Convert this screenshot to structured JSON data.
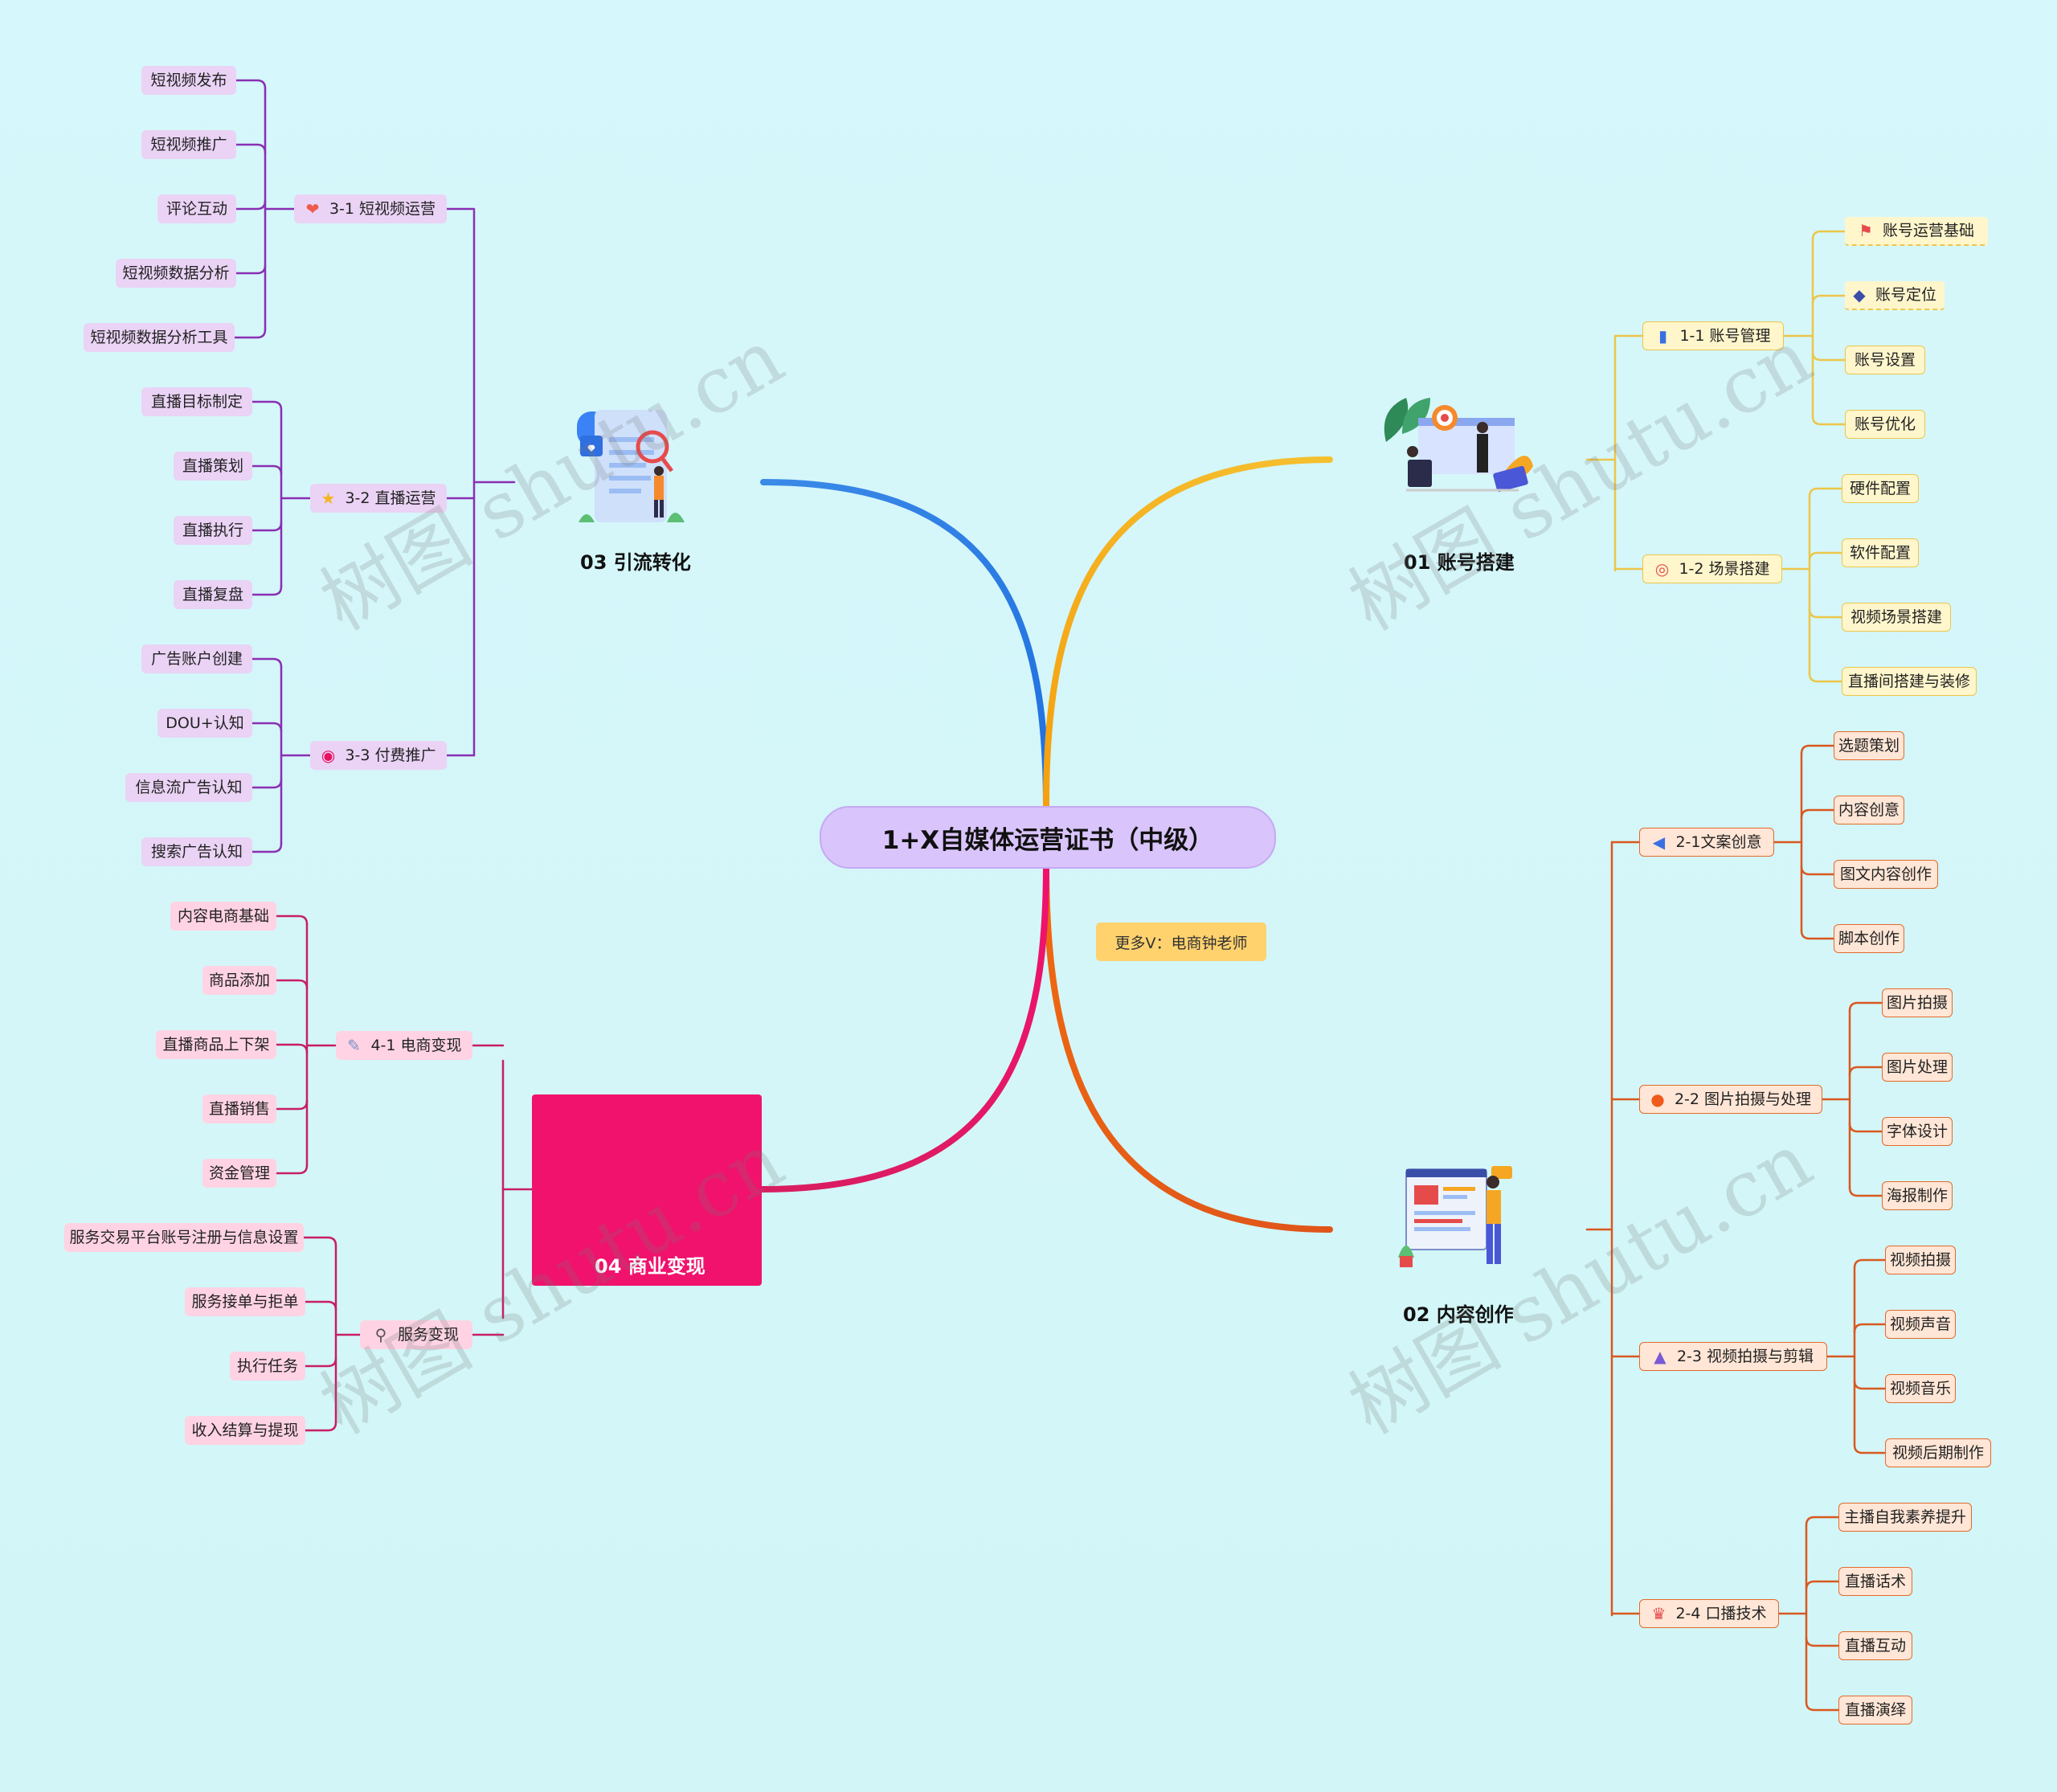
{
  "root": {
    "label": "1+X自媒体运营证书（中级）"
  },
  "note": {
    "label": "更多V：电商钟老师"
  },
  "watermark": {
    "text": "树图 shutu.cn"
  },
  "colors": {
    "branch01": "#f5b41c",
    "branch02": "#e2581a",
    "branch03": "#2d6ed9",
    "branch04": "#e8125f",
    "purple": "#8a2fb3",
    "magenta": "#c81e64",
    "yellow": "#ecc64a",
    "orange": "#d9581f"
  },
  "branches": {
    "b01": {
      "label": "01 账号搭建"
    },
    "b02": {
      "label": "02 内容创作"
    },
    "b03": {
      "label": "03 引流转化"
    },
    "b04": {
      "label": "04 商业变现"
    }
  },
  "sub": {
    "s11": {
      "label": "1-1 账号管理",
      "icon": "book-icon"
    },
    "s12": {
      "label": "1-2 场景搭建",
      "icon": "target-icon"
    },
    "s21": {
      "label": "2-1文案创意",
      "icon": "megaphone-icon"
    },
    "s22": {
      "label": "2-2 图片拍摄与处理",
      "icon": "camera-icon"
    },
    "s23": {
      "label": "2-3 视频拍摄与剪辑",
      "icon": "video-camera-icon"
    },
    "s24": {
      "label": "2-4 口播技术",
      "icon": "trophy-icon"
    },
    "s31": {
      "label": "3-1 短视频运营",
      "icon": "heart-icon"
    },
    "s32": {
      "label": "3-2 直播运营",
      "icon": "star-icon"
    },
    "s33": {
      "label": "3-3 付费推广",
      "icon": "headphones-icon"
    },
    "s41": {
      "label": "4-1 电商变现",
      "icon": "wrench-icon"
    },
    "s42": {
      "label": "服务变现",
      "icon": "magnifier-icon"
    }
  },
  "leaves": {
    "s11": [
      "账号运营基础",
      "账号定位",
      "账号设置",
      "账号优化"
    ],
    "s12": [
      "硬件配置",
      "软件配置",
      "视频场景搭建",
      "直播间搭建与装修"
    ],
    "s21": [
      "选题策划",
      "内容创意",
      "图文内容创作",
      "脚本创作"
    ],
    "s22": [
      "图片拍摄",
      "图片处理",
      "字体设计",
      "海报制作"
    ],
    "s23": [
      "视频拍摄",
      "视频声音",
      "视频音乐",
      "视频后期制作"
    ],
    "s24": [
      "主播自我素养提升",
      "直播话术",
      "直播互动",
      "直播演绎"
    ],
    "s31": [
      "短视频发布",
      "短视频推广",
      "评论互动",
      "短视频数据分析",
      "短视频数据分析工具"
    ],
    "s32": [
      "直播目标制定",
      "直播策划",
      "直播执行",
      "直播复盘"
    ],
    "s33": [
      "广告账户创建",
      "DOU+认知",
      "信息流广告认知",
      "搜索广告认知"
    ],
    "s41": [
      "内容电商基础",
      "商品添加",
      "直播商品上下架",
      "直播销售",
      "资金管理"
    ],
    "s42": [
      "服务交易平台账号注册与信息设置",
      "服务接单与拒单",
      "执行任务",
      "收入结算与提现"
    ]
  },
  "leaf_icons": {
    "s11_0": "flag-icon",
    "s11_1": "cube-icon"
  }
}
